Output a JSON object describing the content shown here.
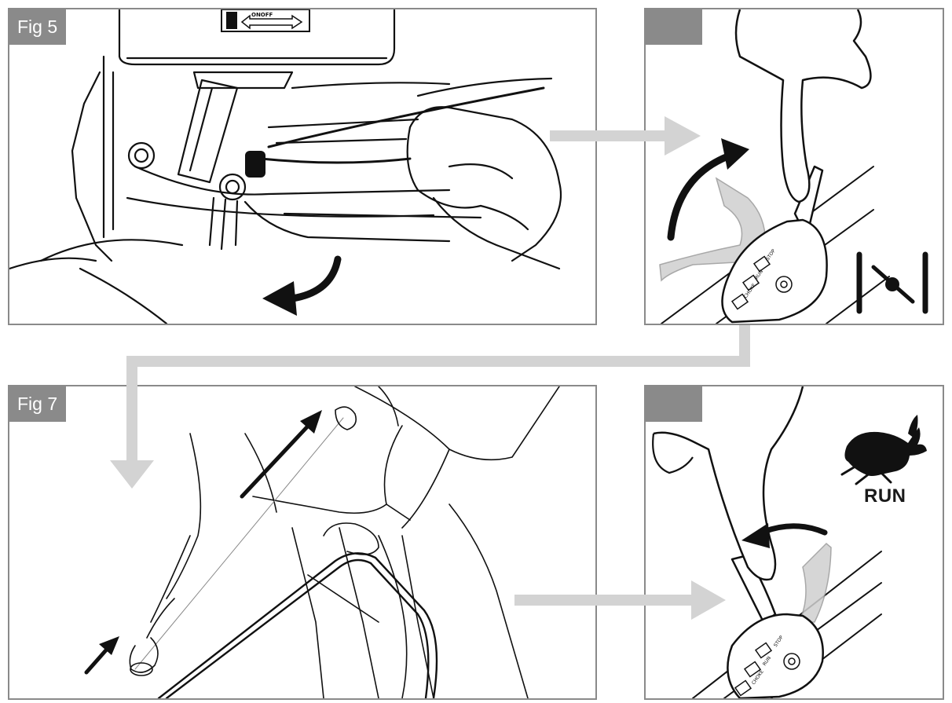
{
  "figures": {
    "fig5": {
      "label": "Fig 5"
    },
    "fig7": {
      "label": "Fig 7"
    }
  },
  "engine_switch": {
    "label": "ONOFF"
  },
  "lever": {
    "positions": [
      "STOP",
      "RUN",
      "CHOKE"
    ]
  },
  "run_indicator": {
    "label": "RUN",
    "icon": "rabbit-icon"
  },
  "choke_indicator": {
    "icon": "choke-valve-icon"
  },
  "colors": {
    "tab": "#8a8a8a",
    "flow_arrow": "#d3d3d3",
    "line_art": "#111111",
    "lever_ghost": "#cfcfcf"
  }
}
